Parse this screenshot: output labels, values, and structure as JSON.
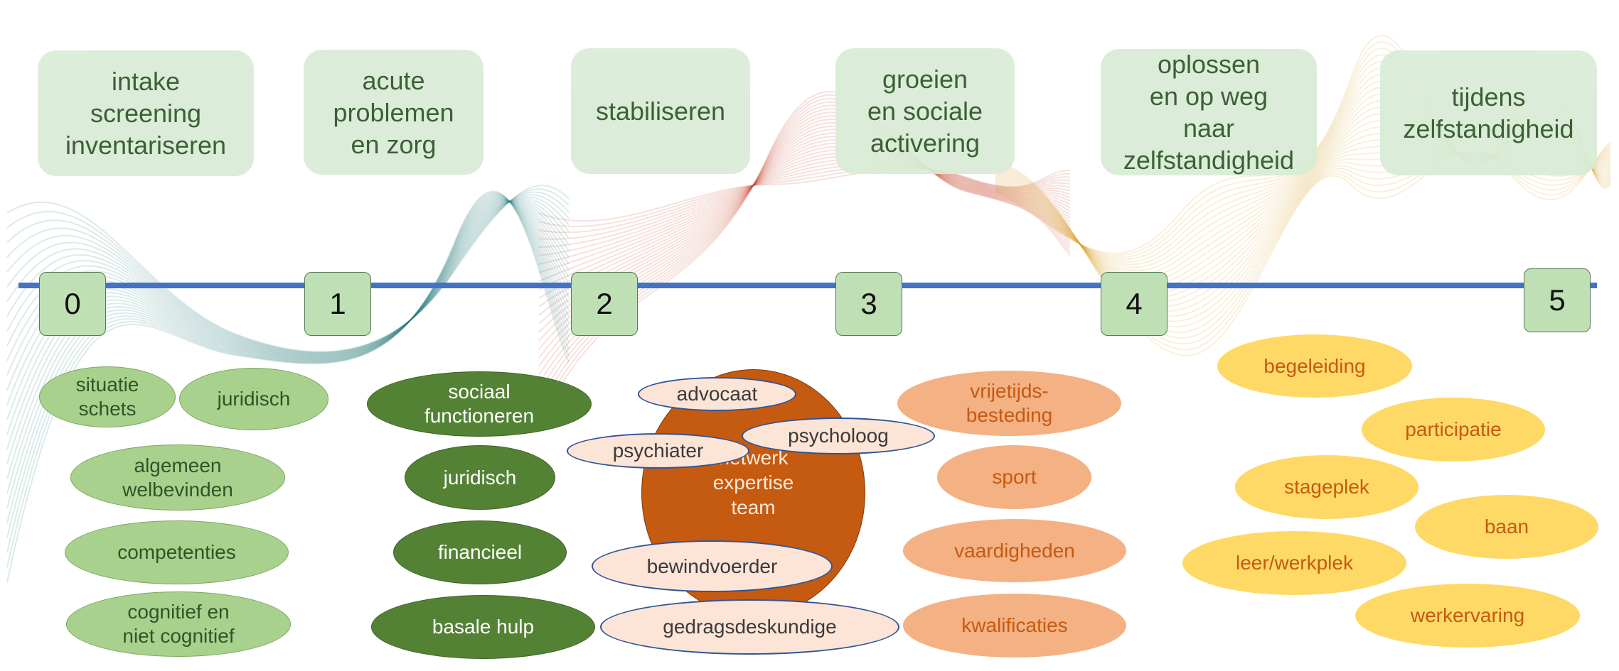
{
  "colors": {
    "axis": "#4472c4",
    "phase_box": "#d9ecd6",
    "stage_box": "#bfe0b5",
    "teal_flow": "#2a7f7a",
    "red_flow": "#c8462b",
    "gold_flow": "#d8a02e",
    "light_green": "#a9d18e",
    "dark_green": "#548235",
    "orange": "#f4b183",
    "yellow": "#ffd966",
    "center": "#c55a11"
  },
  "phases": [
    {
      "label": "intake\nscreening\ninventariseren"
    },
    {
      "label": "acute\nproblemen\nen zorg"
    },
    {
      "label": "stabiliseren"
    },
    {
      "label": "groeien\nen sociale\nactivering"
    },
    {
      "label": "oplossen\nen op weg\nnaar\nzelfstandigheid"
    },
    {
      "label": "tijdens\nzelfstandigheid"
    }
  ],
  "stages": [
    "0",
    "1",
    "2",
    "3",
    "4",
    "5"
  ],
  "group_0": [
    "situatie\nschets",
    "juridisch",
    "algemeen\nwelbevinden",
    "competenties",
    "cognitief en\nniet cognitief"
  ],
  "group_1": [
    "sociaal\nfunctioneren",
    "juridisch",
    "financieel",
    "basale hulp"
  ],
  "group_2": {
    "center": "netwerk\nexpertise\nteam",
    "roles": [
      "advocaat",
      "psychiater",
      "psycholoog",
      "bewindvoerder",
      "gedragsdeskundige"
    ]
  },
  "group_3": [
    "vrijetijds-\nbesteding",
    "sport",
    "vaardigheden",
    "kwalificaties"
  ],
  "group_4": [
    "begeleiding",
    "participatie",
    "stageplek",
    "baan",
    "leer/werkplek",
    "werkervaring"
  ]
}
